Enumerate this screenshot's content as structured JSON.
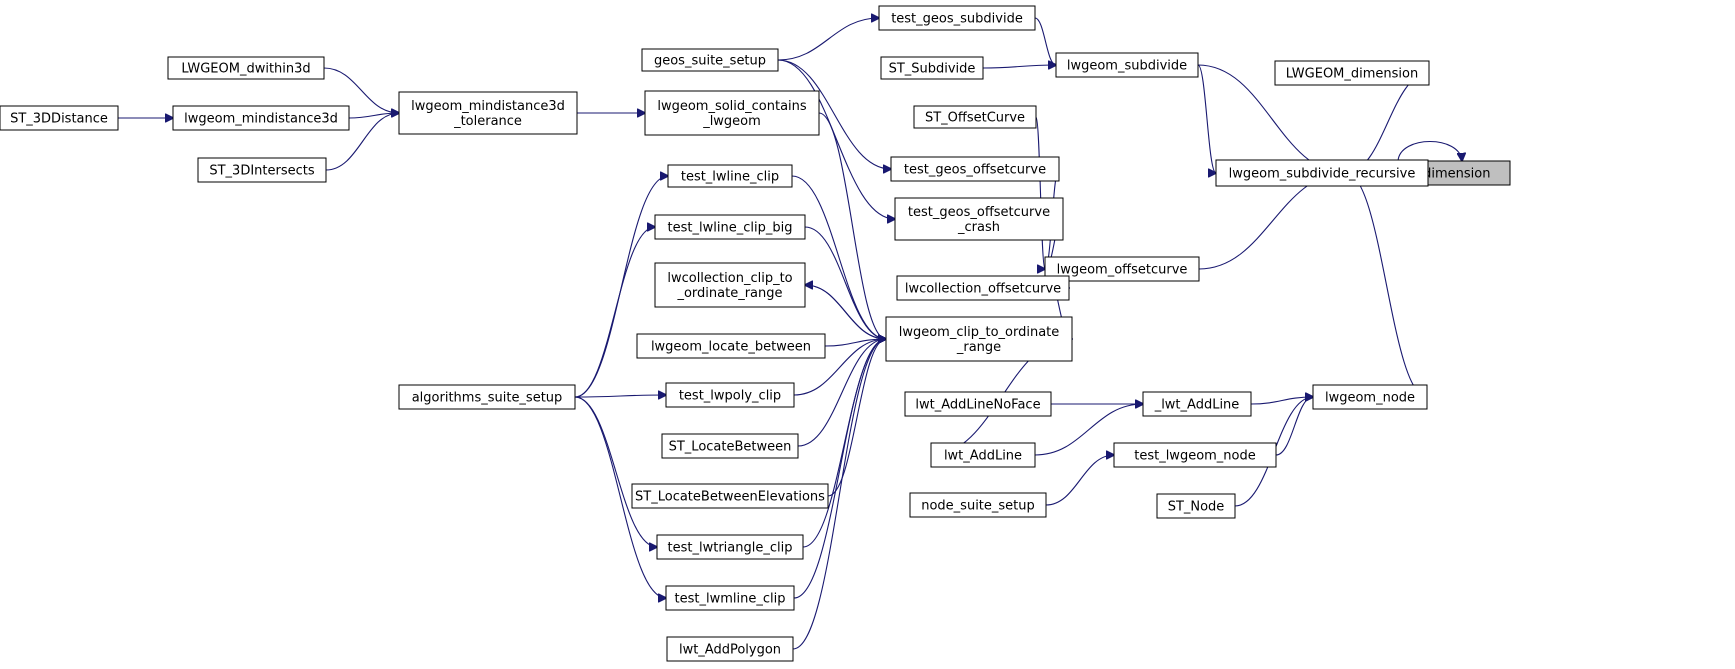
{
  "nodes": {
    "lwgeom_dimension": {
      "lines": [
        "lwgeom_dimension"
      ],
      "root": true
    },
    "LWGEOM_dimension": {
      "lines": [
        "LWGEOM_dimension"
      ]
    },
    "lwgeom_subdivide_recursive": {
      "lines": [
        "lwgeom_subdivide_recursive"
      ]
    },
    "lwgeom_subdivide": {
      "lines": [
        "lwgeom_subdivide"
      ]
    },
    "lwgeom_offsetcurve": {
      "lines": [
        "lwgeom_offsetcurve"
      ]
    },
    "lwgeom_node": {
      "lines": [
        "lwgeom_node"
      ]
    },
    "test_geos_subdivide": {
      "lines": [
        "test_geos_subdivide"
      ]
    },
    "ST_Subdivide": {
      "lines": [
        "ST_Subdivide"
      ]
    },
    "geos_suite_setup": {
      "lines": [
        "geos_suite_setup"
      ]
    },
    "ST_OffsetCurve": {
      "lines": [
        "ST_OffsetCurve"
      ]
    },
    "test_geos_offsetcurve": {
      "lines": [
        "test_geos_offsetcurve"
      ]
    },
    "test_geos_offsetcurve_crash": {
      "lines": [
        "test_geos_offsetcurve",
        "_crash"
      ]
    },
    "lwcollection_offsetcurve": {
      "lines": [
        "lwcollection_offsetcurve"
      ]
    },
    "lwgeom_clip_to_ordinate_range": {
      "lines": [
        "lwgeom_clip_to_ordinate",
        "_range"
      ]
    },
    "lwgeom_solid_contains_lwgeom": {
      "lines": [
        "lwgeom_solid_contains",
        "_lwgeom"
      ]
    },
    "lwgeom_mindistance3d_tolerance": {
      "lines": [
        "lwgeom_mindistance3d",
        "_tolerance"
      ]
    },
    "LWGEOM_dwithin3d": {
      "lines": [
        "LWGEOM_dwithin3d"
      ]
    },
    "lwgeom_mindistance3d": {
      "lines": [
        "lwgeom_mindistance3d"
      ]
    },
    "ST_3DDistance": {
      "lines": [
        "ST_3DDistance"
      ]
    },
    "ST_3DIntersects": {
      "lines": [
        "ST_3DIntersects"
      ]
    },
    "test_lwline_clip": {
      "lines": [
        "test_lwline_clip"
      ]
    },
    "test_lwline_clip_big": {
      "lines": [
        "test_lwline_clip_big"
      ]
    },
    "lwcollection_clip_to_ordinate_range": {
      "lines": [
        "lwcollection_clip_to",
        "_ordinate_range"
      ]
    },
    "lwgeom_locate_between": {
      "lines": [
        "lwgeom_locate_between"
      ]
    },
    "test_lwpoly_clip": {
      "lines": [
        "test_lwpoly_clip"
      ]
    },
    "ST_LocateBetween": {
      "lines": [
        "ST_LocateBetween"
      ]
    },
    "ST_LocateBetweenElevations": {
      "lines": [
        "ST_LocateBetweenElevations"
      ]
    },
    "test_lwtriangle_clip": {
      "lines": [
        "test_lwtriangle_clip"
      ]
    },
    "test_lwmline_clip": {
      "lines": [
        "test_lwmline_clip"
      ]
    },
    "lwt_AddPolygon": {
      "lines": [
        "lwt_AddPolygon"
      ]
    },
    "algorithms_suite_setup": {
      "lines": [
        "algorithms_suite_setup"
      ]
    },
    "lwt_AddLineNoFace": {
      "lines": [
        "lwt_AddLineNoFace"
      ]
    },
    "_lwt_AddLine": {
      "lines": [
        "_lwt_AddLine"
      ]
    },
    "lwt_AddLine": {
      "lines": [
        "lwt_AddLine"
      ]
    },
    "test_lwgeom_node": {
      "lines": [
        "test_lwgeom_node"
      ]
    },
    "node_suite_setup": {
      "lines": [
        "node_suite_setup"
      ]
    },
    "ST_Node": {
      "lines": [
        "ST_Node"
      ]
    }
  },
  "edges": [
    [
      "lwgeom_dimension",
      "lwgeom_dimension"
    ],
    [
      "lwgeom_dimension",
      "LWGEOM_dimension"
    ],
    [
      "lwgeom_dimension",
      "lwgeom_subdivide_recursive"
    ],
    [
      "lwgeom_dimension",
      "lwgeom_subdivide"
    ],
    [
      "lwgeom_dimension",
      "lwgeom_offsetcurve"
    ],
    [
      "lwgeom_dimension",
      "lwgeom_node"
    ],
    [
      "lwgeom_subdivide_recursive",
      "lwgeom_subdivide"
    ],
    [
      "lwgeom_subdivide",
      "test_geos_subdivide"
    ],
    [
      "lwgeom_subdivide",
      "ST_Subdivide"
    ],
    [
      "test_geos_subdivide",
      "geos_suite_setup"
    ],
    [
      "lwgeom_offsetcurve",
      "ST_OffsetCurve"
    ],
    [
      "lwgeom_offsetcurve",
      "test_geos_offsetcurve"
    ],
    [
      "lwgeom_offsetcurve",
      "test_geos_offsetcurve_crash"
    ],
    [
      "lwgeom_offsetcurve",
      "lwcollection_offsetcurve"
    ],
    [
      "lwgeom_offsetcurve",
      "lwgeom_clip_to_ordinate_range"
    ],
    [
      "lwcollection_offsetcurve",
      "lwgeom_offsetcurve"
    ],
    [
      "test_geos_offsetcurve",
      "geos_suite_setup"
    ],
    [
      "test_geos_offsetcurve_crash",
      "geos_suite_setup"
    ],
    [
      "lwgeom_clip_to_ordinate_range",
      "lwgeom_solid_contains_lwgeom"
    ],
    [
      "lwgeom_clip_to_ordinate_range",
      "test_lwline_clip"
    ],
    [
      "lwgeom_clip_to_ordinate_range",
      "test_lwline_clip_big"
    ],
    [
      "lwgeom_clip_to_ordinate_range",
      "lwcollection_clip_to_ordinate_range"
    ],
    [
      "lwgeom_clip_to_ordinate_range",
      "lwgeom_locate_between"
    ],
    [
      "lwgeom_clip_to_ordinate_range",
      "test_lwpoly_clip"
    ],
    [
      "lwgeom_clip_to_ordinate_range",
      "ST_LocateBetween"
    ],
    [
      "lwgeom_clip_to_ordinate_range",
      "ST_LocateBetweenElevations"
    ],
    [
      "lwgeom_clip_to_ordinate_range",
      "test_lwtriangle_clip"
    ],
    [
      "lwgeom_clip_to_ordinate_range",
      "test_lwmline_clip"
    ],
    [
      "lwgeom_clip_to_ordinate_range",
      "lwt_AddPolygon"
    ],
    [
      "lwgeom_clip_to_ordinate_range",
      "lwt_AddLine"
    ],
    [
      "lwcollection_clip_to_ordinate_range",
      "lwgeom_clip_to_ordinate_range"
    ],
    [
      "lwgeom_solid_contains_lwgeom",
      "lwgeom_mindistance3d_tolerance"
    ],
    [
      "lwgeom_mindistance3d_tolerance",
      "LWGEOM_dwithin3d"
    ],
    [
      "lwgeom_mindistance3d_tolerance",
      "lwgeom_mindistance3d"
    ],
    [
      "lwgeom_mindistance3d_tolerance",
      "ST_3DIntersects"
    ],
    [
      "lwgeom_mindistance3d",
      "ST_3DDistance"
    ],
    [
      "test_lwline_clip",
      "algorithms_suite_setup"
    ],
    [
      "test_lwline_clip_big",
      "algorithms_suite_setup"
    ],
    [
      "test_lwpoly_clip",
      "algorithms_suite_setup"
    ],
    [
      "test_lwtriangle_clip",
      "algorithms_suite_setup"
    ],
    [
      "test_lwmline_clip",
      "algorithms_suite_setup"
    ],
    [
      "lwgeom_node",
      "_lwt_AddLine"
    ],
    [
      "lwgeom_node",
      "test_lwgeom_node"
    ],
    [
      "lwgeom_node",
      "ST_Node"
    ],
    [
      "_lwt_AddLine",
      "lwt_AddLineNoFace"
    ],
    [
      "_lwt_AddLine",
      "lwt_AddLine"
    ],
    [
      "test_lwgeom_node",
      "node_suite_setup"
    ]
  ]
}
